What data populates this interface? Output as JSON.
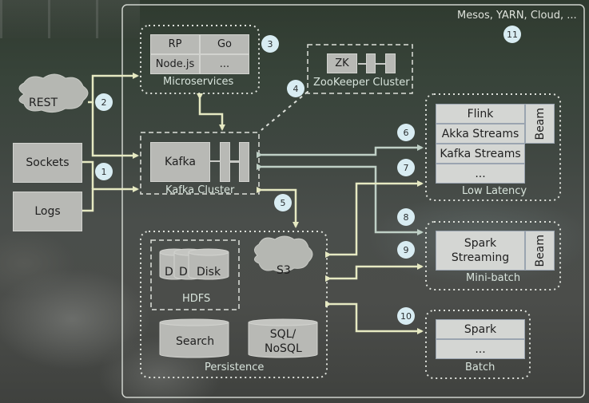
{
  "colors": {
    "arrow_primary": "#e6e9c2",
    "arrow_secondary": "#bfd0c6",
    "badge_fill": "#d8ecf2",
    "box_fill": "#b8b9b5",
    "light_box_fill": "#d4d6d3"
  },
  "platform": {
    "label": "Mesos, YARN, Cloud, ...",
    "badge": "11"
  },
  "sources": {
    "rest": "REST",
    "sockets": "Sockets",
    "logs": "Logs"
  },
  "microservices": {
    "cells": [
      "RP",
      "Go",
      "Node.js",
      "..."
    ],
    "caption": "Microservices",
    "badge": "3"
  },
  "zookeeper": {
    "node": "ZK",
    "caption": "ZooKeeper Cluster",
    "badge": "4"
  },
  "kafka": {
    "node": "Kafka",
    "caption": "Kafka Cluster"
  },
  "low_latency": {
    "rows": [
      "Flink",
      "Akka Streams",
      "Kafka Streams",
      "..."
    ],
    "side": "Beam",
    "caption": "Low Latency"
  },
  "mini_batch": {
    "rows": [
      "Spark Streaming"
    ],
    "side": "Beam",
    "caption": "Mini-batch"
  },
  "batch": {
    "rows": [
      "Spark",
      "..."
    ],
    "caption": "Batch"
  },
  "persistence": {
    "hdfs": {
      "disks": [
        "D",
        "D",
        "Disk"
      ],
      "caption": "HDFS"
    },
    "s3": "S3",
    "search": "Search",
    "sql": "SQL/\nNoSQL",
    "caption": "Persistence"
  },
  "badges": {
    "sources_to_kafka": "1",
    "rest_path": "2",
    "kafka_persistence": "5",
    "kafka_low_latency": "6",
    "persistence_low_latency": "7",
    "kafka_mini_batch": "8",
    "persistence_mini_batch": "9",
    "persistence_batch": "10"
  }
}
